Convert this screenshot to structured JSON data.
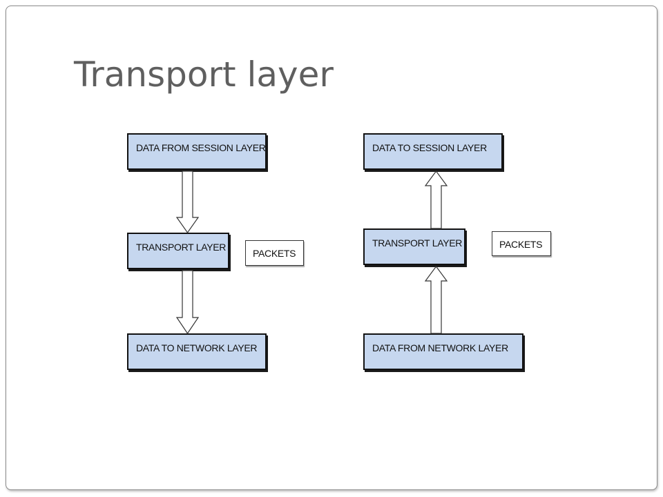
{
  "slide": {
    "title": "Transport layer"
  },
  "diagram": {
    "left": {
      "top_box": "DATA FROM SESSION LAYER",
      "middle_box": "TRANSPORT LAYER",
      "bottom_box": "DATA TO NETWORK LAYER",
      "side_label": "PACKETS",
      "arrow_direction": "down"
    },
    "right": {
      "top_box": "DATA TO SESSION LAYER",
      "middle_box": "TRANSPORT LAYER",
      "bottom_box": "DATA FROM NETWORK LAYER",
      "side_label": "PACKETS",
      "arrow_direction": "up"
    }
  },
  "colors": {
    "box_fill": "#c6d7ef",
    "box_border": "#111111",
    "title_text": "#5f5f5f"
  }
}
